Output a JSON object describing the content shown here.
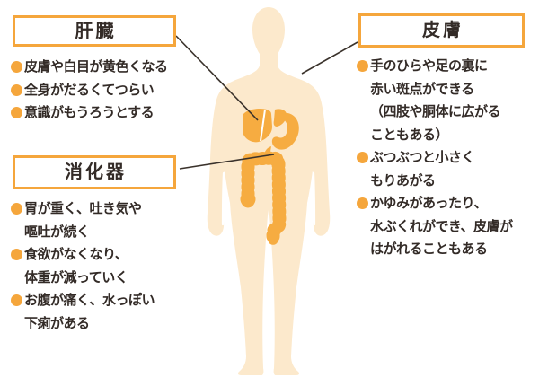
{
  "colors": {
    "accent": "#F5A63C",
    "organ": "#F6AC41",
    "body_silhouette": "#FCE9CC",
    "text": "#332B27",
    "connector_line": "#3A322B",
    "background": "#FFFFFF"
  },
  "sections": {
    "liver": {
      "title": "肝臓",
      "items": [
        {
          "lines": [
            "皮膚や白目が黄色くなる"
          ]
        },
        {
          "lines": [
            "全身がだるくてつらい"
          ]
        },
        {
          "lines": [
            "意識がもうろうとする"
          ]
        }
      ]
    },
    "digestive": {
      "title": "消化器",
      "items": [
        {
          "lines": [
            "胃が重く、吐き気や",
            "嘔吐が続く"
          ]
        },
        {
          "lines": [
            "食欲がなくなり、",
            "体重が減っていく"
          ]
        },
        {
          "lines": [
            "お腹が痛く、水っぽい",
            "下痢がある"
          ]
        }
      ]
    },
    "skin": {
      "title": "皮膚",
      "items": [
        {
          "lines": [
            "手のひらや足の裏に",
            "赤い斑点ができる",
            "（四肢や胴体に広がる",
            "こともある）"
          ]
        },
        {
          "lines": [
            "ぶつぶつと小さく",
            "もりあがる"
          ]
        },
        {
          "lines": [
            "かゆみがあったり、",
            "水ぶくれができ、皮膚が",
            "はがれることもある"
          ]
        }
      ]
    }
  }
}
